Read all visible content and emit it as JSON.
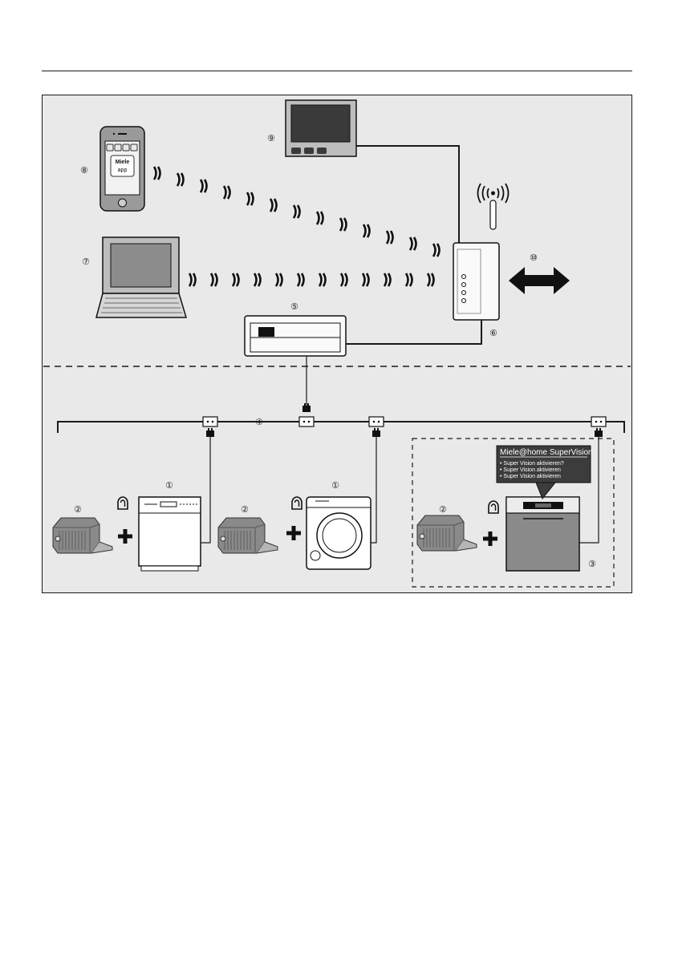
{
  "callouts": {
    "appliance_1": "①",
    "module_2": "②",
    "oven_3": "③",
    "bus_4": "④",
    "gateway_5": "⑤",
    "router_6": "⑥",
    "laptop_7": "⑦",
    "phone_8": "⑧",
    "monitor_9": "⑨",
    "internet_10": "⑩"
  },
  "phone": {
    "logo": "Miele",
    "app_label": "app"
  },
  "supervision_screen": {
    "title": "Miele@home SuperVision",
    "lines": [
      "• Super Vision aktivieren?",
      "• Super Vision aktivieren",
      "• Super Vision aktivieren"
    ]
  },
  "colors": {
    "panel_bg": "#e9e9e9",
    "line": "#1a1a1a",
    "screen": "#3a3a3a",
    "module": "#8a8a8a"
  }
}
